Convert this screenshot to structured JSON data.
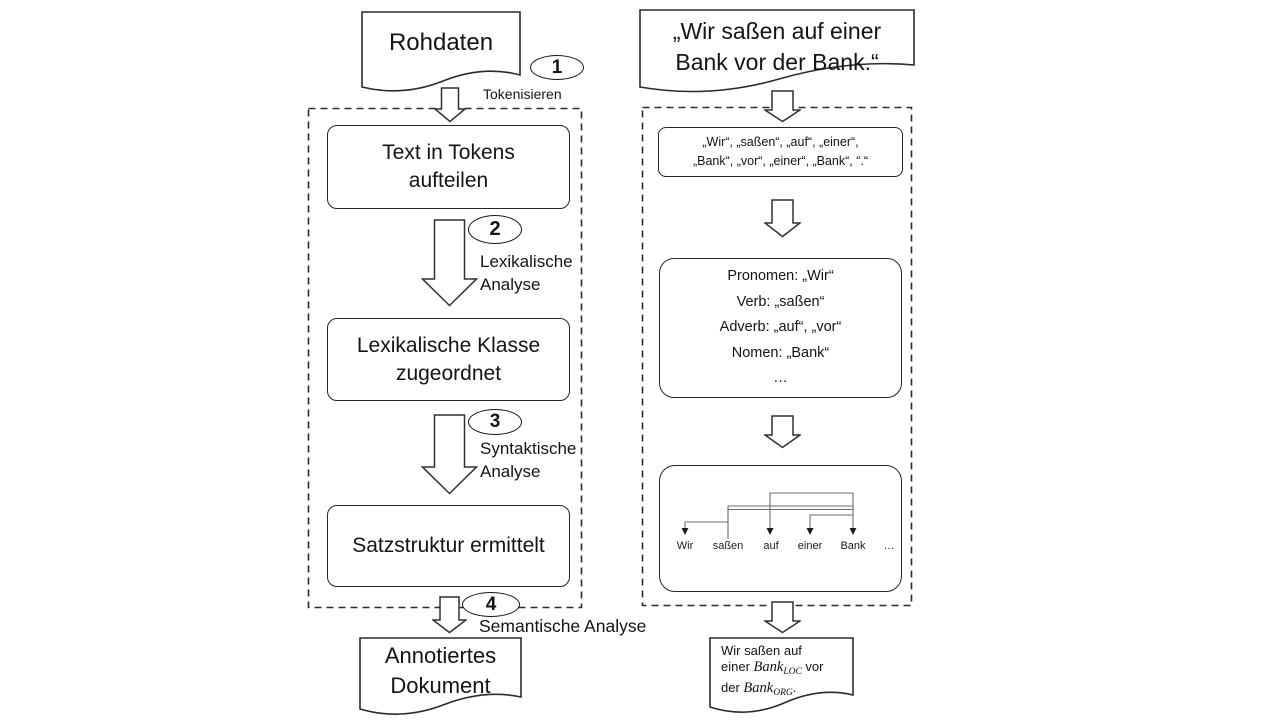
{
  "left_flow": {
    "source_doc": {
      "title": "Rohdaten"
    },
    "step1": {
      "num": "1",
      "label": "Tokenisieren"
    },
    "box1": {
      "line1": "Text in Tokens",
      "line2": "aufteilen"
    },
    "step2": {
      "num": "2",
      "line1": "Lexikalische",
      "line2": "Analyse"
    },
    "box2": {
      "line1": "Lexikalische Klasse",
      "line2": "zugeordnet"
    },
    "step3": {
      "num": "3",
      "line1": "Syntaktische",
      "line2": "Analyse"
    },
    "box3": {
      "line1": "Satzstruktur ermittelt"
    },
    "step4": {
      "num": "4",
      "label": "Semantische Analyse"
    },
    "result_doc": {
      "line1": "Annotiertes",
      "line2": "Dokument"
    }
  },
  "right_flow": {
    "source_doc": {
      "line1": "„Wir saßen auf einer",
      "line2": "Bank vor der Bank.“"
    },
    "tokens_box": {
      "line1": "„Wir“, „saßen“, „auf“, „einer“,",
      "line2": "„Bank“, „vor“, „einer“, „Bank“, “.“"
    },
    "pos_box": {
      "line1": "Pronomen: „Wir“",
      "line2": "Verb: „saßen“",
      "line3": "Adverb: „auf“, „vor“",
      "line4": "Nomen: „Bank“",
      "line5": "…"
    },
    "tree_box": {
      "word1": "Wir",
      "word2": "saßen",
      "word3": "auf",
      "word4": "einer",
      "word5": "Bank",
      "word6": "…"
    },
    "result_doc": {
      "line1": "Wir saßen auf",
      "l2a": "einer ",
      "l2b": "Bank",
      "l2c": "LOC",
      "l2d": " vor",
      "l3a": "der ",
      "l3b": "Bank",
      "l3c": "ORG",
      "l3d": "."
    }
  }
}
